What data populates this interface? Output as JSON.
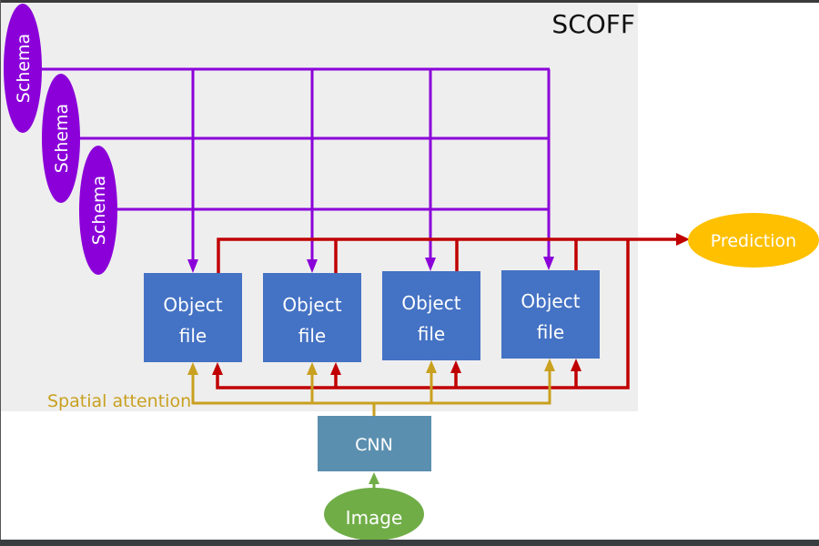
{
  "title": "SCOFF",
  "schemas": [
    {
      "label": "Schema"
    },
    {
      "label": "Schema"
    },
    {
      "label": "Schema"
    }
  ],
  "object_files": [
    {
      "line1": "Object",
      "line2": "file"
    },
    {
      "line1": "Object",
      "line2": "file"
    },
    {
      "line1": "Object",
      "line2": "file"
    },
    {
      "line1": "Object",
      "line2": "file"
    }
  ],
  "prediction": {
    "label": "Prediction"
  },
  "spatial_attention": {
    "label": "Spatial attention"
  },
  "cnn": {
    "label": "CNN"
  },
  "image": {
    "label": "Image"
  },
  "colors": {
    "schema": "#8B00D9",
    "object_file": "#4472C4",
    "recurrent": "#C00000",
    "attention": "#C9A020",
    "prediction": "#FFC000",
    "cnn": "#5B8FAF",
    "image": "#70AD47",
    "panel": "#EEEEEE"
  }
}
